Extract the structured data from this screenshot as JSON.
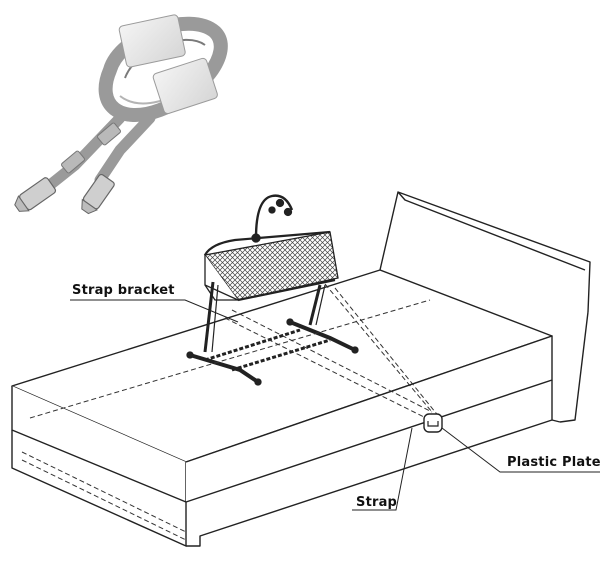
{
  "labels": {
    "strap_bracket": "Strap bracket",
    "plastic_plate": "Plastic Plate",
    "strap": "Strap"
  },
  "colors": {
    "line": "#222222",
    "strap_fabric": "#9a9a9a",
    "strap_dark": "#6f6f6f",
    "plate": "#e9e9e9",
    "mesh": "#444444"
  },
  "icons": [
    "strap-product-photo",
    "bed-outline",
    "bedside-crib",
    "plastic-plate-anchor"
  ]
}
